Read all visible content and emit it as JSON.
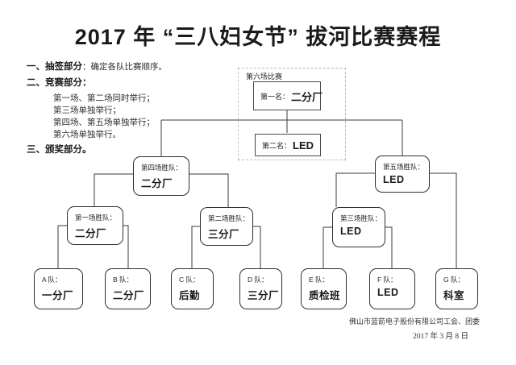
{
  "title": "2017 年 “三八妇女节” 拔河比赛赛程",
  "notes": {
    "item1_label": "一、抽签部分",
    "item1_detail": "：确定各队比赛顺序。",
    "item2_label": "二、竞赛部分：",
    "item2_lines": [
      "第一场、第二场同时举行；",
      "第三场单独举行；",
      "第四场、第五场单独举行；",
      "第六场单独举行。"
    ],
    "item3_label": "三、颁奖部分。"
  },
  "bracket": {
    "final_group_label": "第六场比赛",
    "first_place": {
      "label": "第一名：",
      "value": "二分厂"
    },
    "second_place": {
      "label": "第二名：",
      "value": "LED"
    },
    "semifinal_left": {
      "label": "第四场胜队：",
      "value": "二分厂"
    },
    "semifinal_right": {
      "label": "第五场胜队：",
      "value": "LED"
    },
    "round1": [
      {
        "label": "第一场胜队：",
        "value": "二分厂"
      },
      {
        "label": "第二场胜队：",
        "value": "三分厂"
      },
      {
        "label": "第三场胜队：",
        "value": "LED"
      }
    ],
    "teams": [
      {
        "label": "A 队：",
        "value": "一分厂"
      },
      {
        "label": "B 队：",
        "value": "二分厂"
      },
      {
        "label": "C 队：",
        "value": "后勤"
      },
      {
        "label": "D 队：",
        "value": "三分厂"
      },
      {
        "label": "E 队：",
        "value": "质检班"
      },
      {
        "label": "F 队：",
        "value": "LED"
      },
      {
        "label": "G 队：",
        "value": "科室"
      }
    ]
  },
  "footer": {
    "organizer": "佛山市蓝箭电子股份有限公司工会、团委",
    "date": "2017 年 3 月 8 日"
  },
  "colors": {
    "line": "#3b3b3b",
    "dashed_border": "#b9b9b9",
    "text": "#1a1a1a"
  }
}
